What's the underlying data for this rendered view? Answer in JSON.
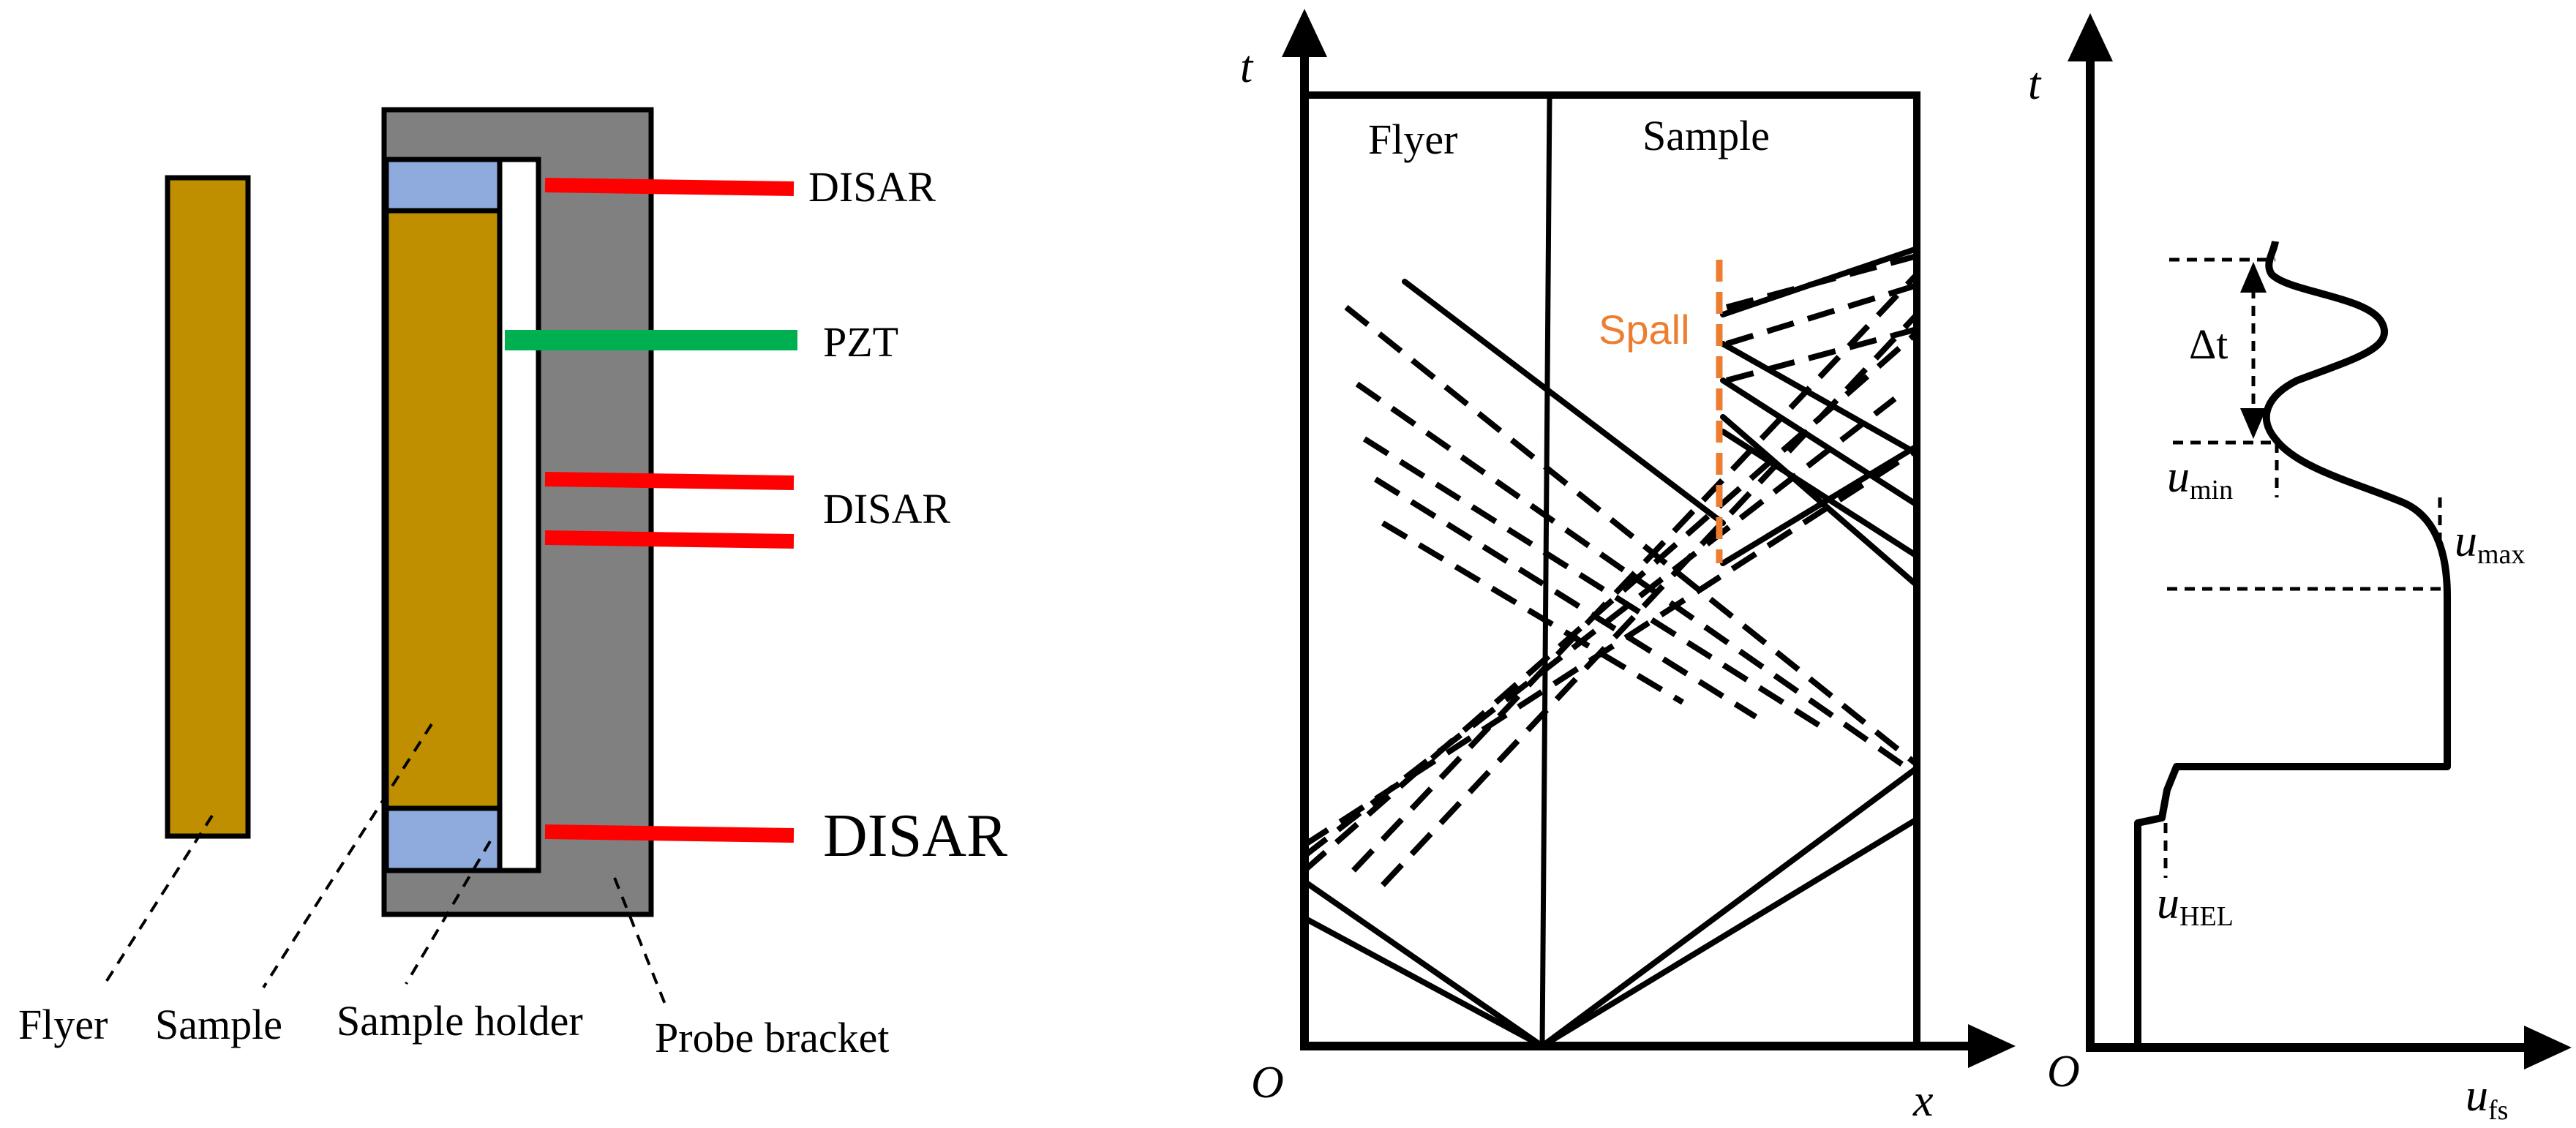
{
  "colors": {
    "flyer": "#bf8f00",
    "bracket": "#808080",
    "holder": "#8faadc",
    "disar": "#ff0000",
    "pzt": "#00b050",
    "spall": "#ed7d31",
    "ink": "#000000"
  },
  "setup": {
    "probes": [
      "DISAR",
      "PZT",
      "DISAR",
      "DISAR"
    ],
    "callouts": [
      "Flyer",
      "Sample",
      "Sample holder",
      "Probe bracket"
    ]
  },
  "xt_diagram": {
    "axis_t": "t",
    "axis_x": "x",
    "origin": "O",
    "region_flyer": "Flyer",
    "region_sample": "Sample",
    "spall": "Spall"
  },
  "velocity_profile": {
    "axis_t": "t",
    "origin": "O",
    "axis_u_main": "u",
    "axis_u_sub": "fs",
    "delta_t": "Δt",
    "u_min_main": "u",
    "u_min_sub": "min",
    "u_max_main": "u",
    "u_max_sub": "max",
    "u_hel_main": "u",
    "u_hel_sub": "HEL"
  }
}
